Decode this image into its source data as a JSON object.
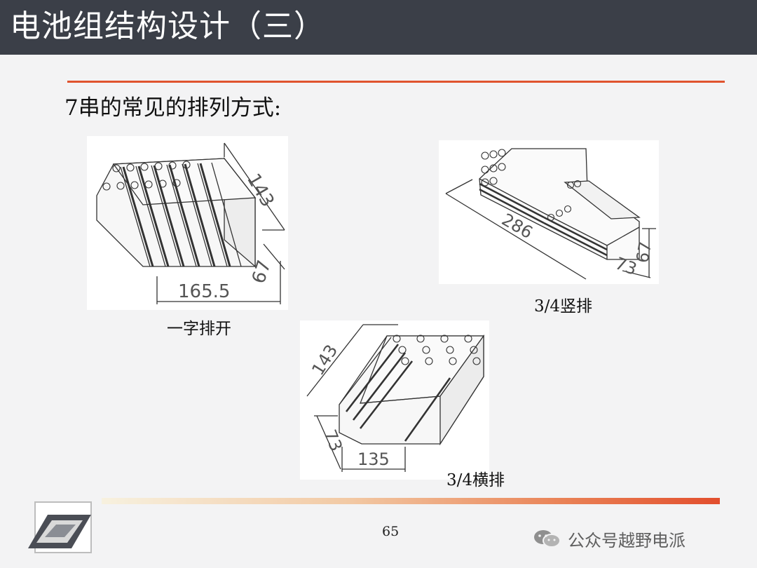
{
  "slide": {
    "title": "电池组结构设计（三）",
    "subtitle": "7串的常见的排列方式:",
    "page_number": "65"
  },
  "figures": {
    "inline": {
      "caption": "一字排开",
      "dim_length": "165.5",
      "dim_depth": "143",
      "dim_height": "67"
    },
    "vertical": {
      "caption": "3/4竖排",
      "dim_length": "286",
      "dim_width": "73",
      "dim_height": "67"
    },
    "horizontal": {
      "caption": "3/4横排",
      "dim_depth": "143",
      "dim_height": "73",
      "dim_length": "135"
    }
  },
  "watermark": {
    "text": "公众号越野电派",
    "icon": "wechat-icon"
  },
  "colors": {
    "title_bar": "#3b3f48",
    "accent_rule": "#e0532e"
  }
}
